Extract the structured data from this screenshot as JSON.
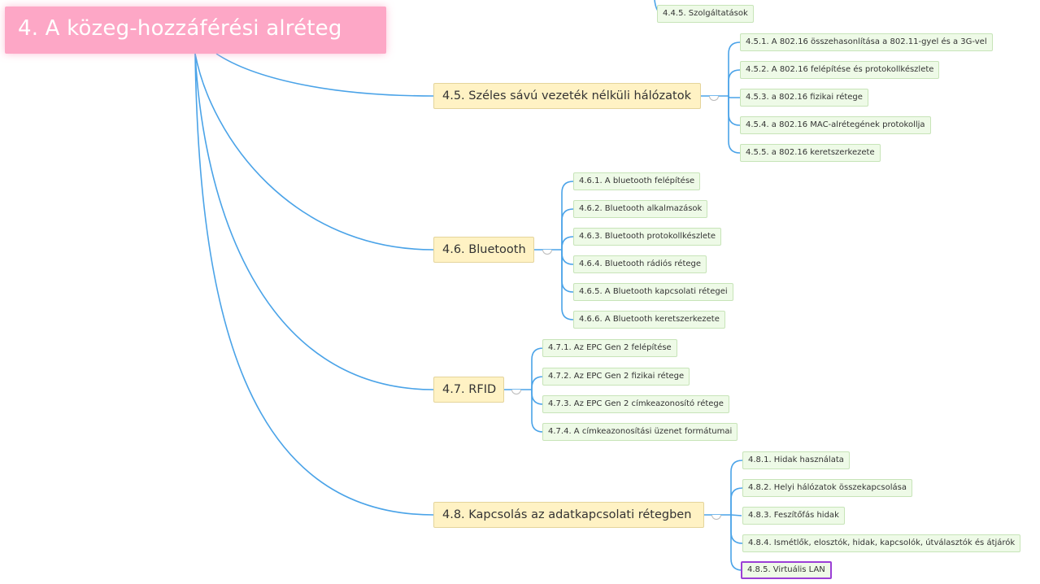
{
  "root": {
    "label": "4. A közeg-hozzáférési alréteg"
  },
  "topics": [
    {
      "id": "t45",
      "label": "4.5. Széles sávú vezeték nélküli hálózatok",
      "children": [
        "4.5.1. A 802.16 összehasonlítása a 802.11-gyel és a 3G-vel",
        "4.5.2. A 802.16 felépítése és protokollkészlete",
        "4.5.3. a 802.16 fizikai rétege",
        "4.5.4. a 802.16 MAC-alrétegének protokollja",
        "4.5.5. a 802.16 keretszerkezete"
      ]
    },
    {
      "id": "t46",
      "label": "4.6. Bluetooth",
      "children": [
        "4.6.1. A bluetooth felépítése",
        "4.6.2. Bluetooth alkalmazások",
        "4.6.3. Bluetooth protokollkészlete",
        "4.6.4. Bluetooth rádiós rétege",
        "4.6.5. A Bluetooth kapcsolati rétegei",
        "4.6.6. A Bluetooth keretszerkezete"
      ]
    },
    {
      "id": "t47",
      "label": "4.7. RFID",
      "children": [
        "4.7.1. Az EPC Gen 2 felépítése",
        "4.7.2. Az EPC Gen 2 fizikai rétege",
        "4.7.3. Az EPC Gen 2 címkeazonosító rétege",
        "4.7.4. A címkeazonosítási üzenet formátumai"
      ]
    },
    {
      "id": "t48",
      "label": "4.8. Kapcsolás az adatkapcsolati rétegben",
      "children": [
        "4.8.1. Hidak használata",
        "4.8.2. Helyi hálózatok összekapcsolása",
        "4.8.3. Feszítőfás hidak",
        "4.8.4. Ismétlők, elosztók, hidak, kapcsolók, útválasztók és átjárók",
        "4.8.5. Virtuális LAN"
      ]
    }
  ],
  "partial": {
    "label": "4.4.5. Szolgáltatások"
  },
  "colors": {
    "root_bg": "#fda7c6",
    "topic_bg": "#fff2c4",
    "sub_bg": "#eefae7",
    "line": "#4aa3e8",
    "selected_border": "#9b3fd6"
  },
  "selected_item": "4.8.5. Virtuális LAN"
}
